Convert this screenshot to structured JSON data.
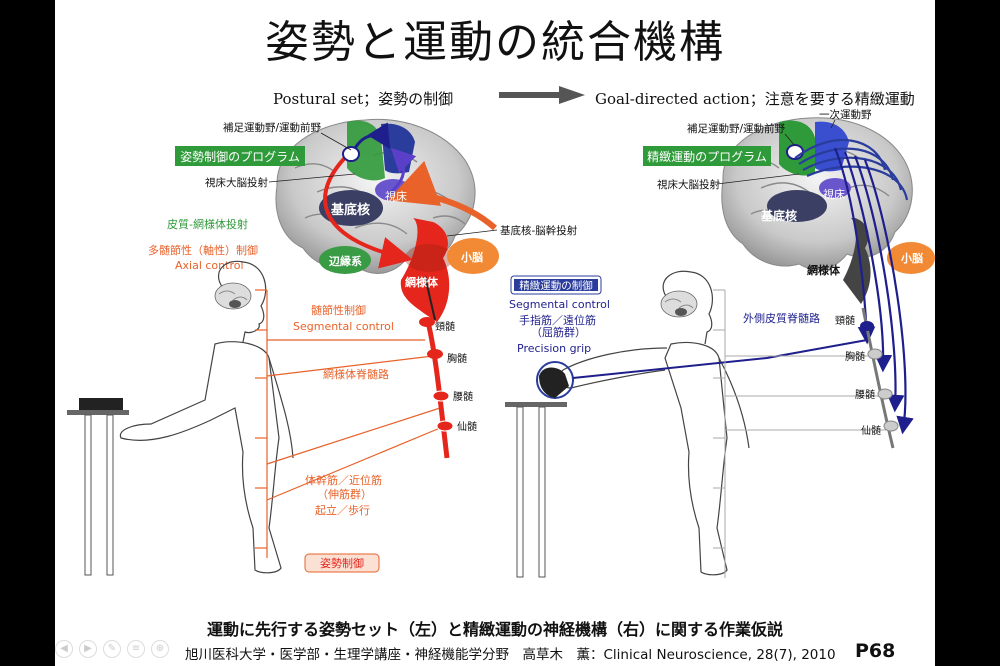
{
  "title": "姿勢と運動の統合機構",
  "left_header": "Postural set；姿勢の制御",
  "right_header": "Goal-directed action；注意を要する精緻運動",
  "left": {
    "premotor": "補足運動野/運動前野",
    "program": "姿勢制御のプログラム",
    "thalamocortical": "視床大脳投射",
    "thalamus": "視床",
    "basal_ganglia": "基底核",
    "corticoreticular": "皮質-網様体投射",
    "bg_brainstem": "基底核-脳幹投射",
    "axial_jp": "多髄節性（軸性）制御",
    "axial_en": "Axial control",
    "limbic": "辺縁系",
    "reticular": "網様体",
    "cerebellum": "小脳",
    "segmental_jp": "髄節性制御",
    "segmental_en": "Segmental control",
    "reticulospinal": "網様体脊髄路",
    "cervical": "頸髄",
    "thoracic": "胸髄",
    "lumbar": "腰髄",
    "sacral": "仙髄",
    "trunk_muscles": "体幹筋／近位筋",
    "extensors": "（伸筋群）",
    "standing": "起立／歩行",
    "posture_box": "姿勢制御"
  },
  "right": {
    "premotor": "補足運動野/運動前野",
    "primary_motor": "一次運動野",
    "program": "精緻運動のプログラム",
    "thalamocortical": "視床大脳投射",
    "thalamus": "視床",
    "basal_ganglia": "基底核",
    "reticular": "網様体",
    "cerebellum": "小脳",
    "fine_control_box": "精緻運動の制御",
    "segmental_en": "Segmental control",
    "finger_muscles": "手指筋／遠位筋",
    "flexors": "（屈筋群）",
    "precision_en": "Precision grip",
    "lateral_cst": "外側皮質脊髄路",
    "cervical": "頸髄",
    "thoracic": "胸髄",
    "lumbar": "腰髄",
    "sacral": "仙髄"
  },
  "caption": "運動に先行する姿勢セット（左）と精緻運動の神経機構（右）に関する作業仮説",
  "credit": "旭川医科大学・医学部・生理学講座・神経機能学分野　高草木　薫：Clinical Neuroscience, 28(7), 2010",
  "page_number": "P68",
  "colors": {
    "green": "#2f9a3a",
    "orange": "#e8622a",
    "red": "#e4261c",
    "navy": "#1e1f8c",
    "blue": "#2a3c9c",
    "purple": "#5a3fc8"
  },
  "nav_icons": [
    "previous-icon",
    "next-icon",
    "pen-icon",
    "menu-icon",
    "zoom-icon"
  ]
}
